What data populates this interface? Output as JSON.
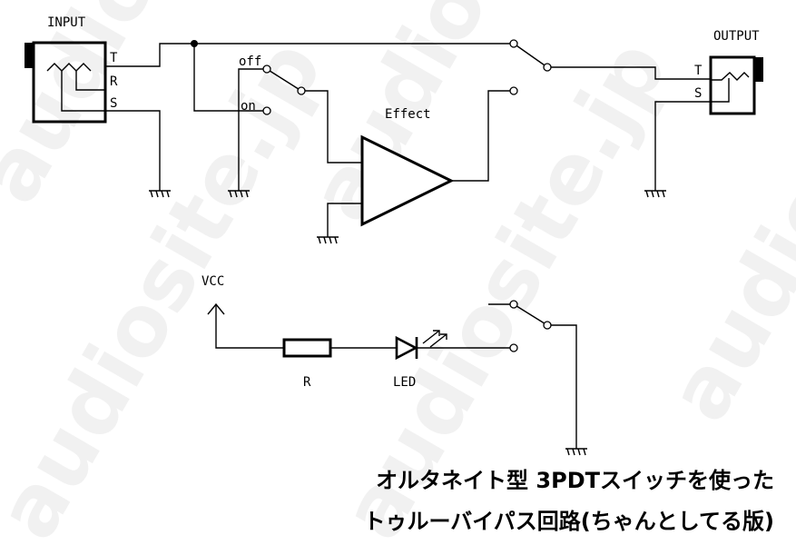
{
  "watermark": "audiosite.jp",
  "labels": {
    "input": "INPUT",
    "output": "OUTPUT",
    "in_t": "T",
    "in_r": "R",
    "in_s": "S",
    "out_t": "T",
    "out_s": "S",
    "off": "off",
    "on": "on",
    "effect": "Effect",
    "vcc": "VCC",
    "resistor": "R",
    "led": "LED"
  },
  "caption": {
    "line1": "オルタネイト型 3PDTスイッチを使った",
    "line2": "トゥルーバイパス回路(ちゃんとしてる版)"
  }
}
